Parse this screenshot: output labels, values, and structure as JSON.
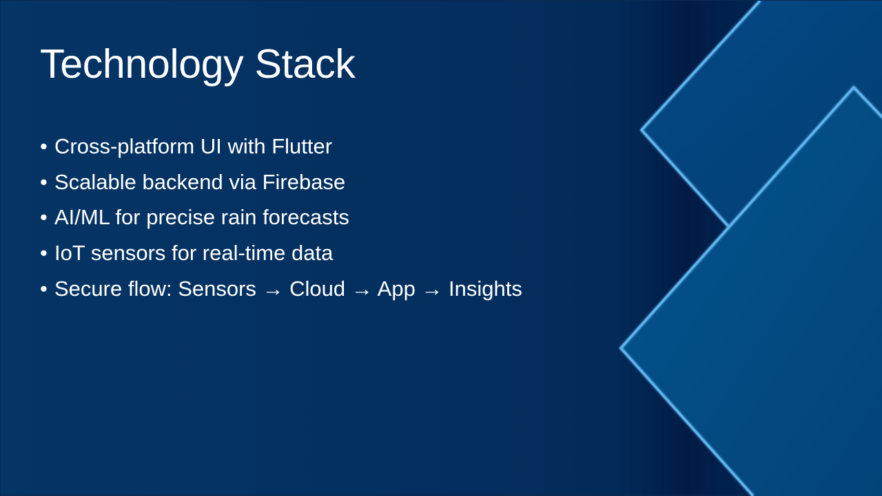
{
  "slide": {
    "title": "Technology Stack",
    "bullet_glyph": "•",
    "bullets": [
      "Cross-platform UI with Flutter",
      "Scalable backend via Firebase",
      "AI/ML for precise rain forecasts",
      "IoT sensors for real-time data",
      "Secure flow: Sensors → Cloud → App → Insights"
    ]
  },
  "colors": {
    "background": "#042e5e",
    "text": "#ffffff",
    "accent_line": "#5fb4ee",
    "shape_fill": "#03538f"
  }
}
